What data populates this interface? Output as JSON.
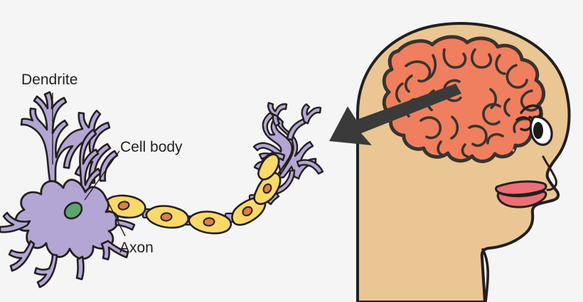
{
  "figure": {
    "kind": "biology-diagram",
    "subject": "neuron-and-human-head-with-brain",
    "background_color": "#f5f5f5"
  },
  "labels": {
    "dendrite": "Dendrite",
    "cell_body": "Cell body",
    "axon": "Axon"
  },
  "colors": {
    "background": "#f5f5f5",
    "outline": "#231f20",
    "dendrite_fill": "#b3a6d4",
    "soma_fill": "#b3a6d4",
    "nucleus_fill": "#5aa572",
    "myelin_fill": "#f8d96a",
    "myelin_nucleus_fill": "#dd7f43",
    "node_fill": "#b3a6d4",
    "terminal_fill": "#b3a6d4",
    "skin_fill": "#e9c694",
    "brain_fill": "#ef7f5e",
    "lip_fill": "#ef6d74",
    "arrow_fill": "#3a3a3a",
    "eye_white": "#ffffff",
    "label_text": "#231f20"
  },
  "parts": {
    "dendrite": {
      "name": "dendrite",
      "description": "branched purple dendritic tree on the left of the cell body"
    },
    "cell_body": {
      "name": "cell-body",
      "description": "purple soma with green nucleus"
    },
    "nucleus": {
      "name": "nucleus",
      "description": "green oval inside the cell body"
    },
    "axon": {
      "name": "axon",
      "description": "chain of yellow myelin sheath segments running right from the soma",
      "myelin_segment_count": 6,
      "node_of_ranvier_count": 5
    },
    "axon_terminal": {
      "name": "axon-terminal",
      "description": "purple branched terminal arborization at the far end of the axon"
    },
    "head": {
      "name": "human-head-profile",
      "description": "right-facing human head in profile, tan skin",
      "features": [
        "eye",
        "eyebrow",
        "nose",
        "lips",
        "chin",
        "neck"
      ]
    },
    "brain": {
      "name": "brain",
      "description": "salmon-colored brain with gyri inside the skull"
    },
    "arrow": {
      "name": "pointer-arrow",
      "description": "thick dark arrow pointing left from the brain toward the axon terminal"
    }
  },
  "leader_lines": {
    "dendrite": "vertical line from the Dendrite label down to a dendrite branch",
    "cell_body": "diagonal line from the Cell body label down-left to the soma",
    "axon": "diagonal line from the Axon label up-right to the first myelin segment"
  }
}
